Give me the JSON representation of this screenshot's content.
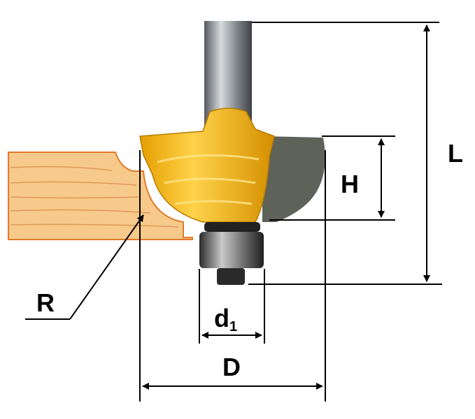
{
  "labels": {
    "length": "L",
    "height": "H",
    "radius": "R",
    "bearing_diameter": "d",
    "bearing_diameter_sub": "1",
    "diameter": "D"
  },
  "colors": {
    "body": "#f2b21b",
    "body_shadow": "#c98a00",
    "shank": "#8a8f95",
    "wood": "#f7c98a",
    "wood_grain": "#e0a060",
    "carbide": "#5b5e56",
    "line": "#000000"
  }
}
